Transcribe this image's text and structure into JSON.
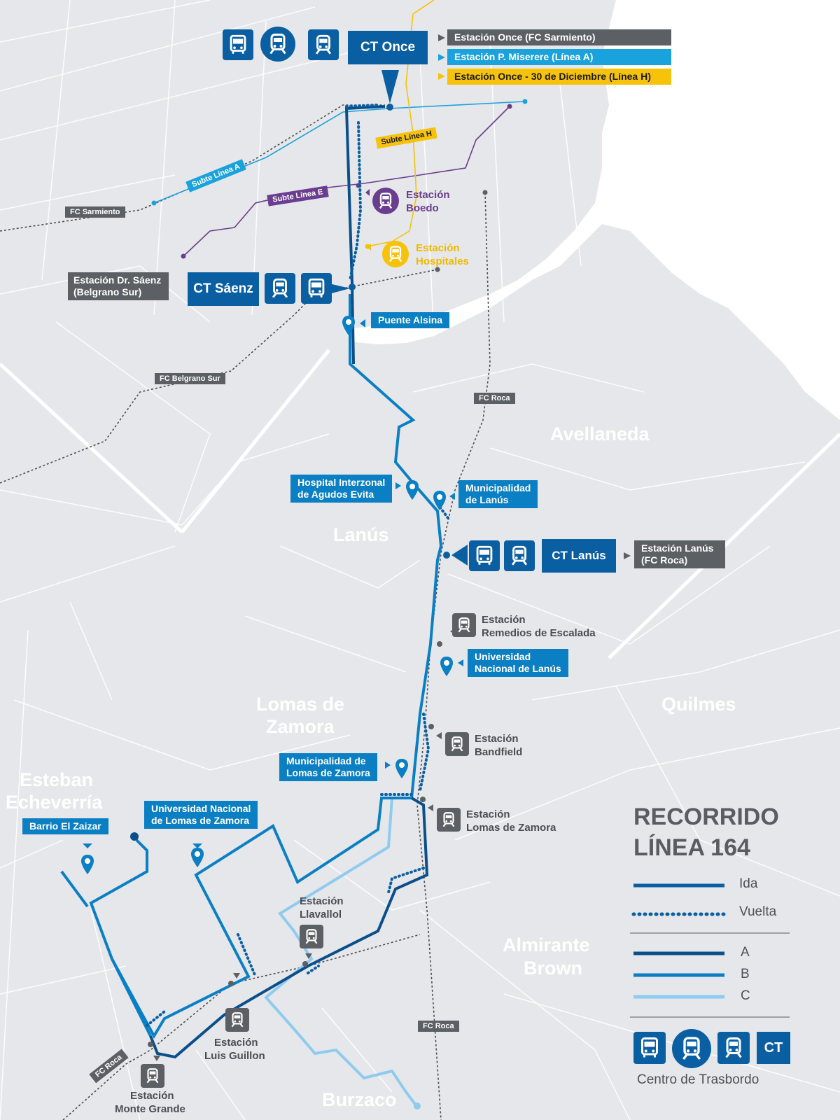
{
  "legend": {
    "title_line1": "RECORRIDO",
    "title_line2": "LÍNEA 164",
    "ida": "Ida",
    "vuelta": "Vuelta",
    "a": "A",
    "b": "B",
    "c": "C",
    "ct": "CT",
    "ct_caption": "Centro de Trasbordo"
  },
  "colors": {
    "dark_blue": "#0b4f8a",
    "blue": "#0a7fc4",
    "light_blue": "#8fcbee",
    "subte_a": "#1aa2dc",
    "subte_e": "#6a3d8f",
    "subte_h": "#f6c20a",
    "gray_label": "#5c5f63"
  },
  "transfer_centers": {
    "once": "CT Once",
    "saenz": "CT Sáenz",
    "lanus": "CT Lanús"
  },
  "once_connections": [
    "Estación Once (FC Sarmiento)",
    "Estación P. Miserere (Línea A)",
    "Estación Once - 30 de Diciembre (Línea H)"
  ],
  "rail_tags": {
    "sarmiento": "FC Sarmiento",
    "belgrano_sur": "FC Belgrano Sur",
    "roca_1": "FC Roca",
    "roca_2": "FC Roca",
    "roca_3": "FC Roca"
  },
  "subte_tags": {
    "a": "Subte Línea A",
    "e": "Subte Línea E",
    "h": "Subte Línea H"
  },
  "stations": {
    "boedo_1": "Estación",
    "boedo_2": "Boedo",
    "hospitales_1": "Estación",
    "hospitales_2": "Hospitales",
    "saenz_1": "Estación Dr. Sáenz",
    "saenz_2": "(Belgrano Sur)",
    "lanus_1": "Estación Lanús",
    "lanus_2": "(FC Roca)",
    "remedios_1": "Estación",
    "remedios_2": "Remedios de Escalada",
    "bandfield_1": "Estación",
    "bandfield_2": "Bandfield",
    "lomas_1": "Estación",
    "lomas_2": "Lomas de Zamora",
    "llavallol_1": "Estación",
    "llavallol_2": "Llavallol",
    "guillon_1": "Estación",
    "guillon_2": "Luis Guillon",
    "monte_1": "Estación",
    "monte_2": "Monte Grande"
  },
  "stops": {
    "puente_alsina": "Puente Alsina",
    "hospital_1": "Hospital Interzonal",
    "hospital_2": "de Agudos Evita",
    "muni_lanus_1": "Municipalidad",
    "muni_lanus_2": "de Lanús",
    "unla_1": "Universidad",
    "unla_2": "Nacional de Lanús",
    "muni_lomas_1": "Municipalidad de",
    "muni_lomas_2": "Lomas de Zamora",
    "unlz_1": "Universidad Nacional",
    "unlz_2": "de Lomas de Zamora",
    "zaizar": "Barrio El Zaizar"
  },
  "areas": {
    "avellaneda": "Avellaneda",
    "lanus": "Lanús",
    "lomas_1": "Lomas de",
    "lomas_2": "Zamora",
    "quilmes": "Quilmes",
    "esteban_1": "Esteban",
    "esteban_2": "Echeverría",
    "almirante_1": "Almirante",
    "almirante_2": "Brown",
    "burzaco": "Burzaco"
  }
}
